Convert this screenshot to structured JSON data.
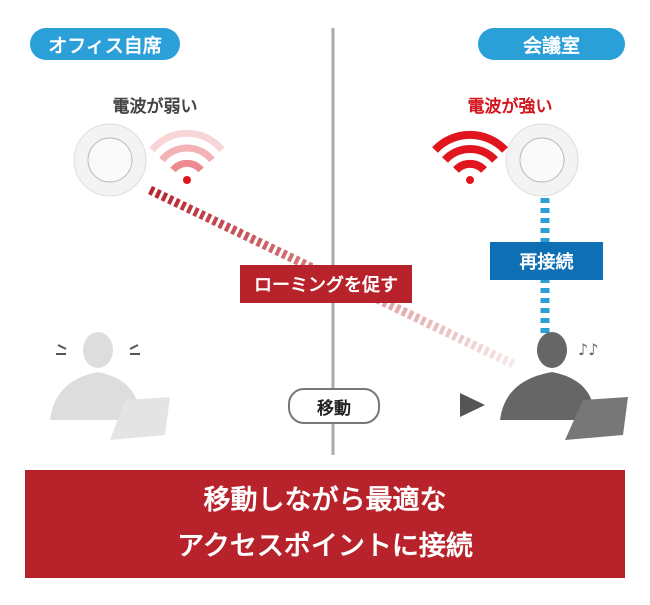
{
  "left": {
    "location": "オフィス自席",
    "signal": "電波が弱い"
  },
  "right": {
    "location": "会議室",
    "signal": "電波が強い",
    "reconnect": "再接続"
  },
  "roaming": "ローミングを促す",
  "move": "移動",
  "summary": {
    "line1": "移動しながら最適な",
    "line2": "アクセスポイントに接続"
  },
  "colors": {
    "blue": "#2a9fd8",
    "red": "#b8232b",
    "dark_blue": "#0f6fb5",
    "wifi_red": "#e0151d"
  }
}
